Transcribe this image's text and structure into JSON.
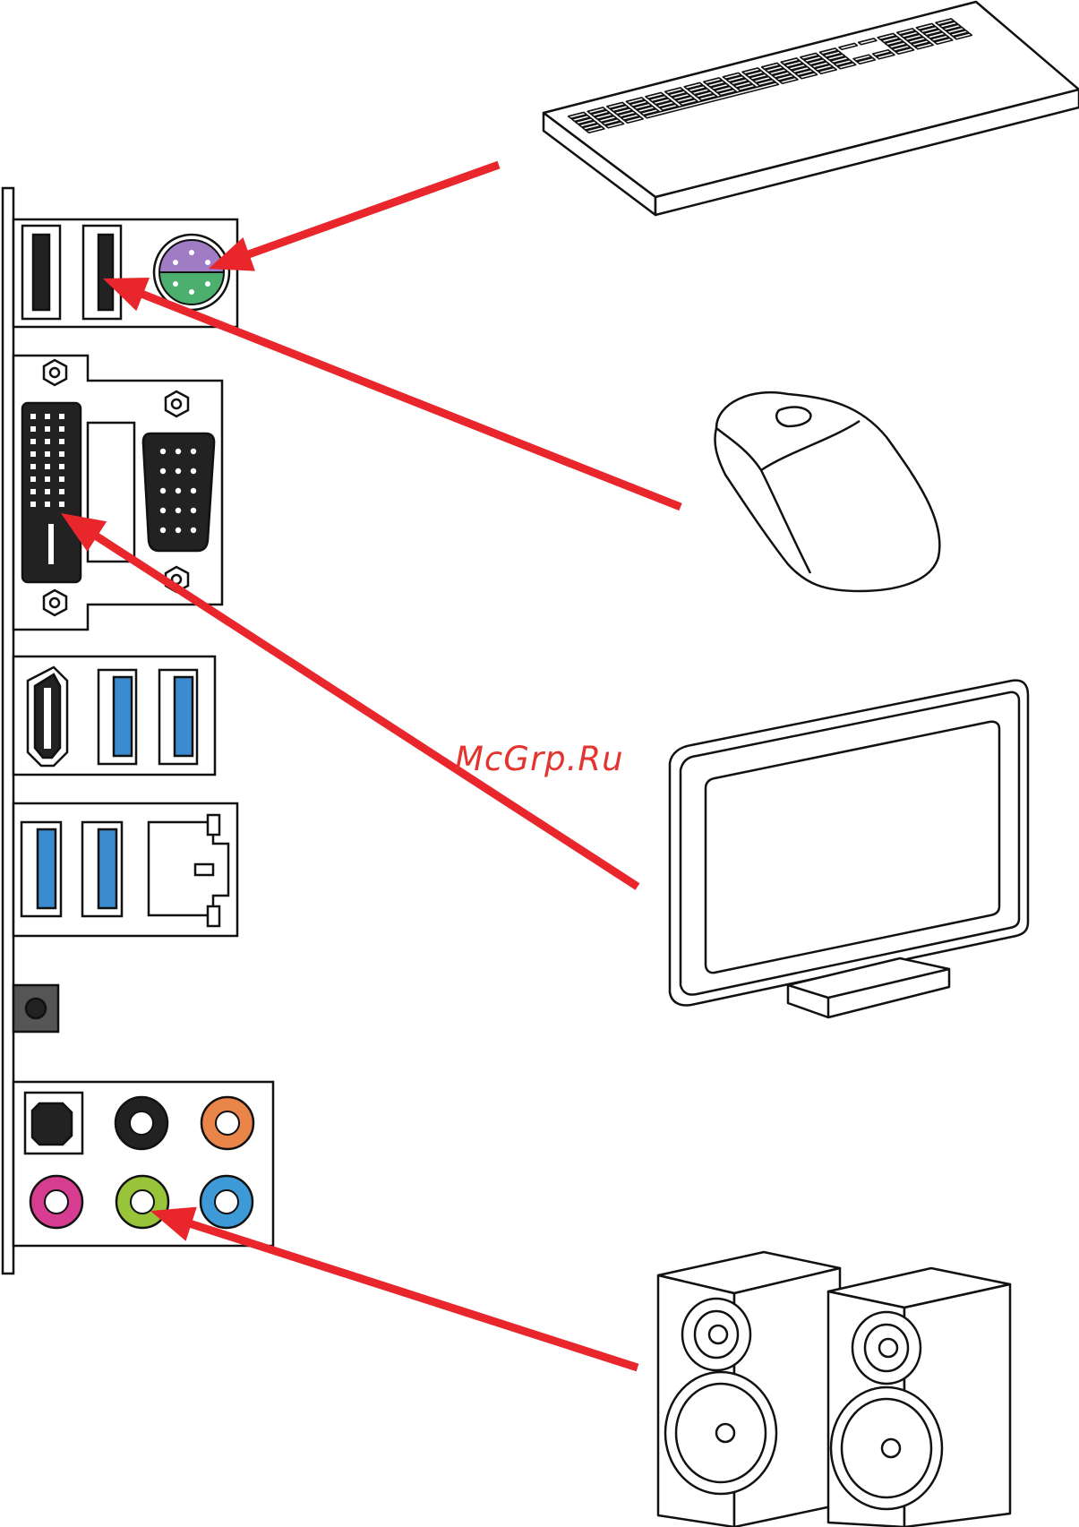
{
  "watermark": {
    "text": "McGrp.Ru",
    "color": "#e4342f"
  },
  "colors": {
    "arrow": "#e8262b",
    "ps2_top": "#a07cc4",
    "ps2_bottom": "#4caf6e",
    "usb3": "#3b8bd0",
    "jack_black": "#222222",
    "jack_orange": "#e98549",
    "jack_pink": "#d63c8f",
    "jack_lime": "#98c43a",
    "jack_blue": "#3e9ad6",
    "port_dark": "#222222",
    "button_grey": "#555555"
  },
  "connections": [
    {
      "from": "keyboard",
      "to": "ps2-port"
    },
    {
      "from": "mouse",
      "to": "usb-port"
    },
    {
      "from": "monitor",
      "to": "dvi-port"
    },
    {
      "from": "speakers",
      "to": "line-out-jack"
    }
  ]
}
